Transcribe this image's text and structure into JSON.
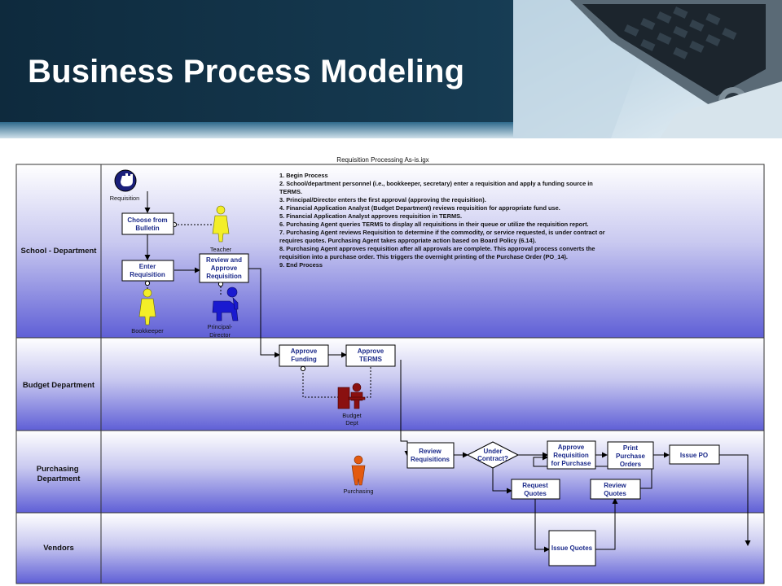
{
  "slide": {
    "title": "Business Process Modeling"
  },
  "diagram": {
    "title": "Requisition Processing As-is.igx",
    "lanes": [
      "School - Department",
      "Budget Department",
      "Purchasing Department",
      "Vendors"
    ],
    "start_label": "Requisition",
    "boxes": {
      "choose_from_bulletin": [
        "Choose from",
        "Bulletin"
      ],
      "enter_requisition": [
        "Enter",
        "Requisition"
      ],
      "review_approve": [
        "Review and",
        "Approve",
        "Requisition"
      ],
      "approve_funding": [
        "Approve",
        "Funding"
      ],
      "approve_terms": [
        "Approve",
        "TERMS"
      ],
      "review_requisitions": [
        "Review",
        "Requisitions"
      ],
      "under_contract": [
        "Under",
        "Contract?"
      ],
      "approve_requisition_purchase": [
        "Approve",
        "Requisition",
        "for Purchase"
      ],
      "print_purchase_orders": [
        "Print",
        "Purchase",
        "Orders"
      ],
      "issue_po": [
        "Issue PO"
      ],
      "request_quotes": [
        "Request",
        "Quotes"
      ],
      "review_quotes": [
        "Review",
        "Quotes"
      ],
      "issue_quotes": [
        "Issue Quotes"
      ]
    },
    "actors": {
      "teacher": [
        "Teacher"
      ],
      "bookkeeper": [
        "Bookkeeper"
      ],
      "principal": [
        "Principal-",
        "Director"
      ],
      "budget": [
        "Budget",
        "Dept"
      ],
      "purchasing": [
        "Purchasing"
      ]
    },
    "notes": [
      "1. Begin Process",
      "2. School/department personnel (i.e., bookkeeper, secretary) enter a requisition and apply a funding source in",
      "TERMS.",
      "3. Principal/Director enters the first approval (approving the requisition).",
      "4. Financial Application Analyst (Budget Department) reviews requisition for appropriate fund use.",
      "5. Financial Application Analyst approves requisition in TERMS.",
      "6. Purchasing Agent queries TERMS to display all requisitions in their queue or utilize the requisition report.",
      "7. Purchasing Agent reviews Requisition to determine if the commodity, or service requested, is under contract or",
      "requires quotes.  Purchasing Agent takes appropriate action based on Board Policy (6.14).",
      "8. Purchasing Agent approves requisition after all approvals are complete.  This approval process converts the",
      "requisition into a purchase order.  This triggers the overnight printing of the Purchase Order (PO_14).",
      "9. End Process"
    ]
  },
  "colors": {
    "banner": "#0e2a3d",
    "lane_top": "#ffffff",
    "lane_bottom": "#5f5fd6",
    "box_text": "#1b2a8a",
    "teacher_yellow": "#f3ee28",
    "principal_blue": "#1a1ad0",
    "budget_red": "#8a1010",
    "purchasing_orange": "#e35a10",
    "start_navy": "#1a1f7a"
  }
}
